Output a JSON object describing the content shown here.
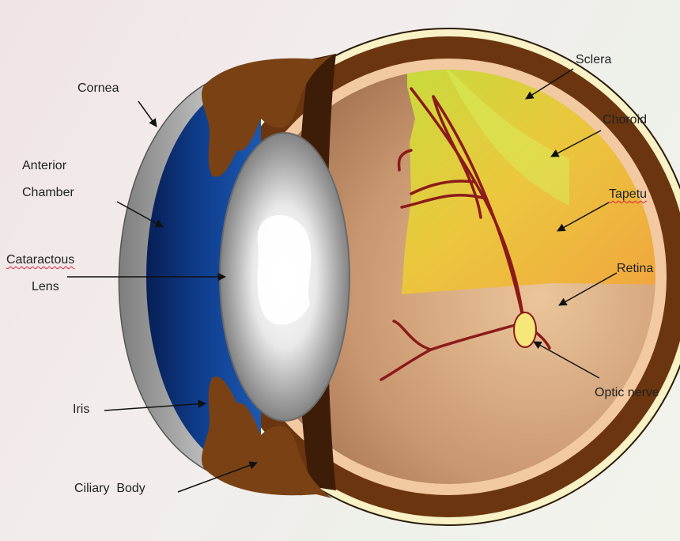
{
  "labels": {
    "cornea": "Cornea",
    "anterior_1": "Anterior",
    "anterior_2": "Chamber",
    "cataract_1": "Cataractous",
    "cataract_2": "Lens",
    "iris": "Iris",
    "ciliary": "Ciliary  Body",
    "sclera": "Sclera",
    "choroid": "Choroid",
    "tapetum": "Tapetu",
    "retina": "Retina",
    "optic": "Optic nerve"
  },
  "colors": {
    "sclera": "#f8f2c6",
    "choroid": "#6b3510",
    "retina_band": "#f2c9a0",
    "cornea": "#a9a9a9",
    "anterior_chamber": "#0e3c8c",
    "iris": "#7a4214",
    "vitreous": "#c79468",
    "tapetum": "#b5d235",
    "vessel": "#8b1a1a"
  }
}
